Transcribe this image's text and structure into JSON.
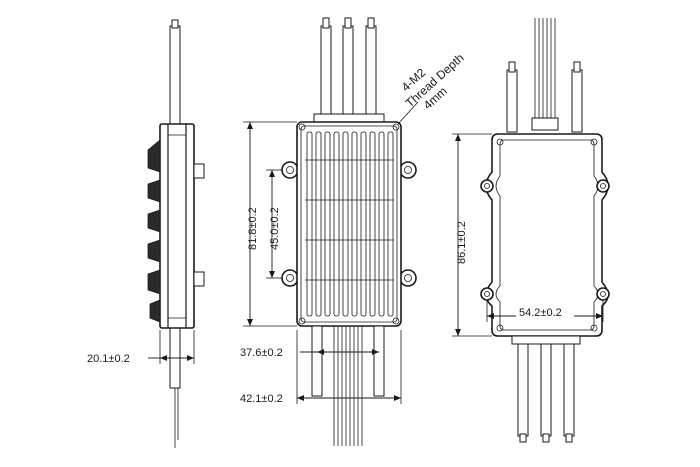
{
  "annotations": {
    "thread_line1": "4-M2",
    "thread_line2": "Thread Depth",
    "thread_line3": "4mm"
  },
  "dimensions": {
    "side_thickness": "20.1±0.2",
    "front_height": "81.8±0.2",
    "front_hole_spacing_v": "45.0±0.2",
    "front_motor_spacing": "37.6±0.2",
    "front_width": "42.1±0.2",
    "back_height": "86.1±0.2",
    "back_hole_spacing_h": "54.2±0.2"
  }
}
